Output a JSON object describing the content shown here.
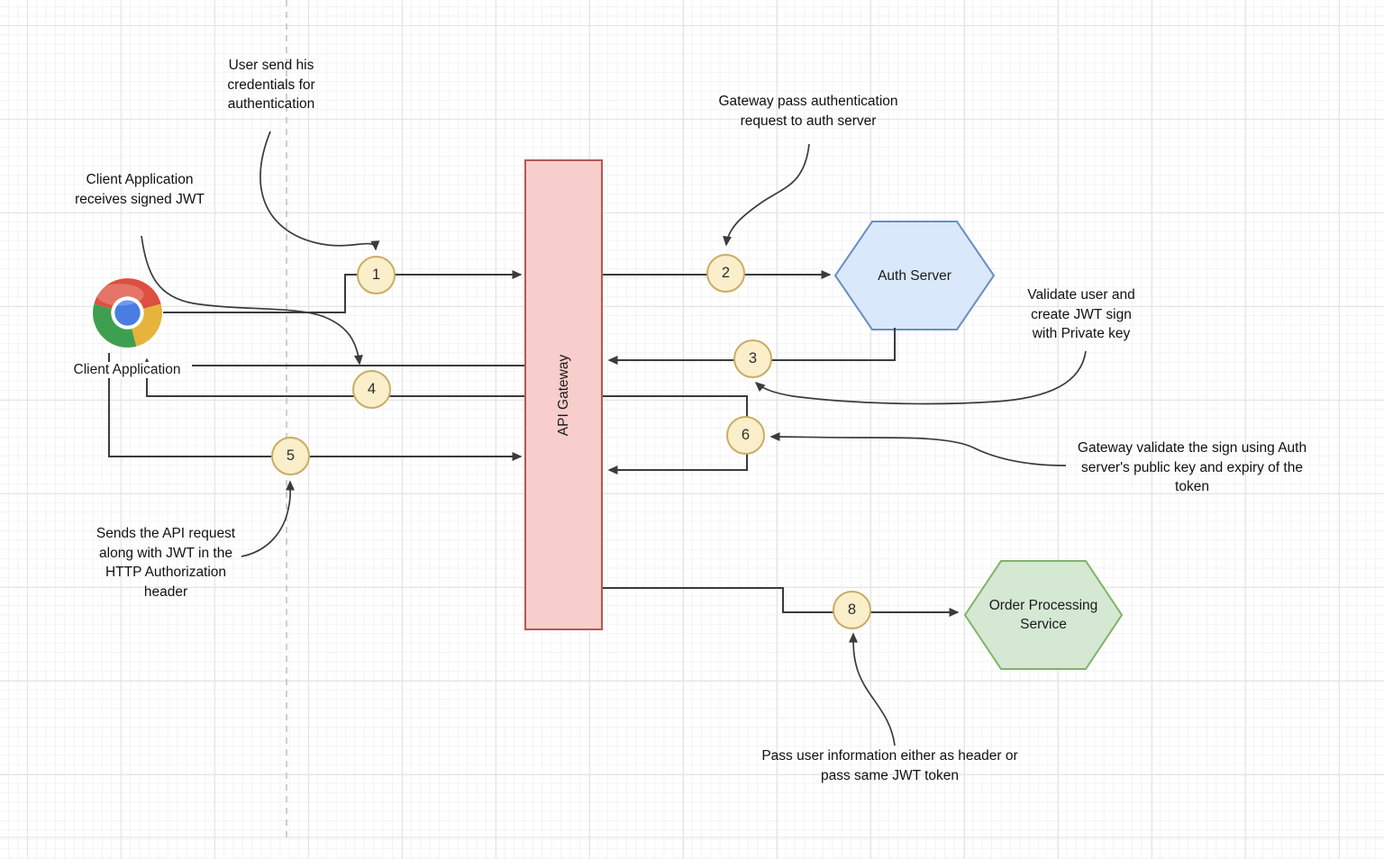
{
  "nodes": {
    "client_app": "Client Application",
    "api_gateway": "API Gateway",
    "auth_server": "Auth Server",
    "order_service": "Order Processing Service"
  },
  "steps": [
    "1",
    "2",
    "3",
    "4",
    "5",
    "6",
    "8"
  ],
  "annotations": {
    "user_credentials": "User send his credentials for authentication",
    "gateway_pass": "Gateway pass authentication request to auth server",
    "client_receives": "Client Application receives signed JWT",
    "validate_user": "Validate user and create JWT sign with Private key",
    "gateway_validate": "Gateway validate the sign using Auth server's public key and expiry of the token",
    "sends_api": "Sends the API request along with JWT in the HTTP Authorization header",
    "pass_user": "Pass user information either as header or pass same JWT token"
  },
  "colors": {
    "gateway_fill": "#f8cecc",
    "gateway_stroke": "#b05a53",
    "auth_fill": "#dae8fc",
    "auth_stroke": "#6c8ebf",
    "order_fill": "#d5e8d4",
    "order_stroke": "#82b366",
    "step_fill": "#fbeecb",
    "step_stroke": "#c9ad63",
    "line": "#3b3b3b",
    "text": "#1a1a1a",
    "chrome_red": "#dd4f3e",
    "chrome_green": "#3f9f50",
    "chrome_yellow": "#e6b33c",
    "chrome_blue": "#4a7de2"
  }
}
